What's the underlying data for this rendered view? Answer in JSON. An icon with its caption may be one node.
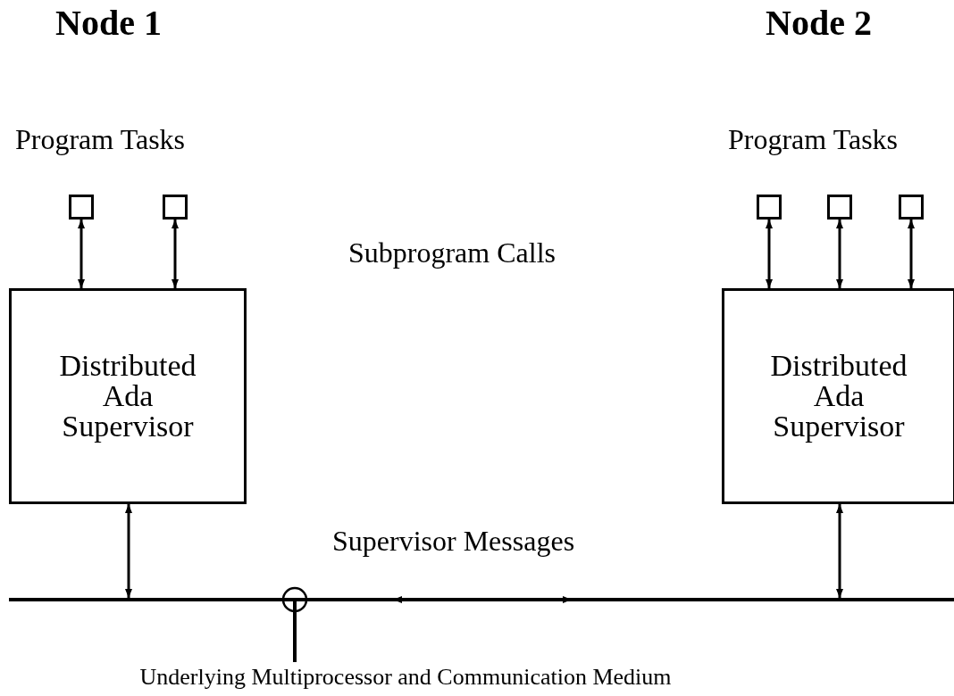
{
  "diagram": {
    "nodes": [
      {
        "text": [],
        "shape": "box"
      },
      {
        "text": [],
        "shape": "box"
      },
      {
        "text": [
          "Distributed Ada Supervisor"
        ]
      },
      {
        "text": [],
        "shape": "box"
      },
      {
        "text": [],
        "shape": "box"
      },
      {
        "text": [],
        "shape": "box"
      },
      {
        "text": [
          "Distributed Ada Supervisor"
        ]
      },
      {
        "text": [],
        "shape": "bar"
      },
      {
        "text": [
          "Underlying Multiprocessor and Communication Medium"
        ]
      }
    ],
    "edges": [
      {
        "from": 0,
        "to": 2,
        "arrow": "both"
      },
      {
        "from": 1,
        "to": 2,
        "arrow": "both"
      },
      {
        "from": 3,
        "to": 6,
        "arrow": "both"
      },
      {
        "from": 4,
        "to": 6,
        "arrow": "both"
      },
      {
        "from": 5,
        "to": 6,
        "arrow": "both"
      },
      {
        "from": 2,
        "to": 7,
        "arrow": "both"
      },
      {
        "from": 6,
        "to": 7,
        "arrow": "both"
      },
      {
        "from": 8,
        "to": 7,
        "arrow": "other"
      }
    ],
    "labels": [
      "Node 1",
      "Node 2",
      "Program Tasks",
      "Program Tasks",
      "Subprogram Calls",
      "Supervisor Messages"
    ]
  }
}
